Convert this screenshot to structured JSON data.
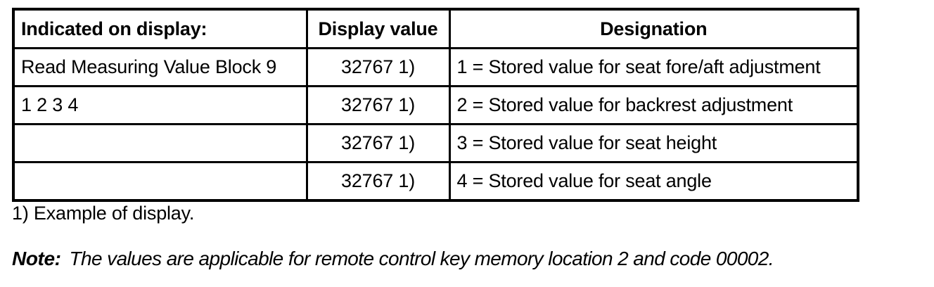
{
  "table": {
    "columns": [
      "Indicated on display:",
      "Display value",
      "Designation"
    ],
    "rows": [
      {
        "indicated": "Read Measuring Value Block 9",
        "display_value": "32767 1)",
        "designation": "1 = Stored value for seat fore/aft adjustment"
      },
      {
        "indicated": "1 2 3 4",
        "display_value": "32767 1)",
        "designation": "2 = Stored value for backrest adjustment"
      },
      {
        "indicated": "",
        "display_value": "32767 1)",
        "designation": "3 = Stored value for seat height"
      },
      {
        "indicated": "",
        "display_value": "32767 1)",
        "designation": "4 = Stored value for seat angle"
      }
    ]
  },
  "footnote": "1) Example of display.",
  "note": {
    "label": "Note:",
    "text": "The values are applicable for remote control key memory location 2 and code 00002."
  },
  "colors": {
    "ink": "#000000",
    "paper": "#ffffff"
  }
}
